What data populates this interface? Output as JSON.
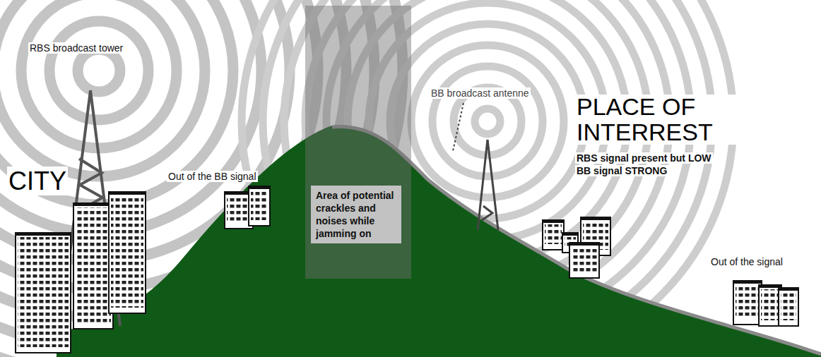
{
  "diagram": {
    "nodes": [
      {
        "text": [
          "Area of potential crackles and noises while jamming on"
        ]
      }
    ],
    "labels": [
      "RBS broadcast tower",
      "CITY",
      "Out of the BB signal",
      "BB broadcast antenne",
      "PLACE OF INTERREST",
      "RBS signal present but LOW",
      "BB signal STRONG",
      "Out of the signal"
    ]
  }
}
